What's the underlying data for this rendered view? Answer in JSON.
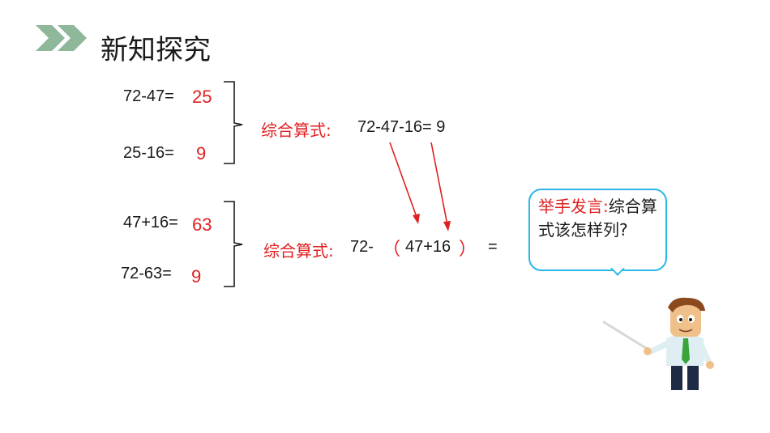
{
  "header": {
    "title": "新知探究",
    "chevron_color": "#8fb79a"
  },
  "group1": {
    "line1_expr": "72-47=",
    "line1_answer": "25",
    "line2_expr": "25-16=",
    "line2_answer": "9",
    "combined_label": "综合算式:",
    "combined_expr": "72-47-16= 9"
  },
  "group2": {
    "line1_expr": "47+16=",
    "line1_answer": "63",
    "line2_expr": "72-63=",
    "line2_answer": "9",
    "combined_label": "综合算式:",
    "combined_prefix": "72-",
    "paren_open": "（",
    "paren_inner": "47+16",
    "paren_close": "）",
    "equals": "="
  },
  "speech_bubble": {
    "label": "举手发言:",
    "text": "综合算式该怎样列?"
  },
  "colors": {
    "accent_red": "#e02020",
    "bubble_border": "#29b6e8",
    "text": "#1a1a1a"
  }
}
